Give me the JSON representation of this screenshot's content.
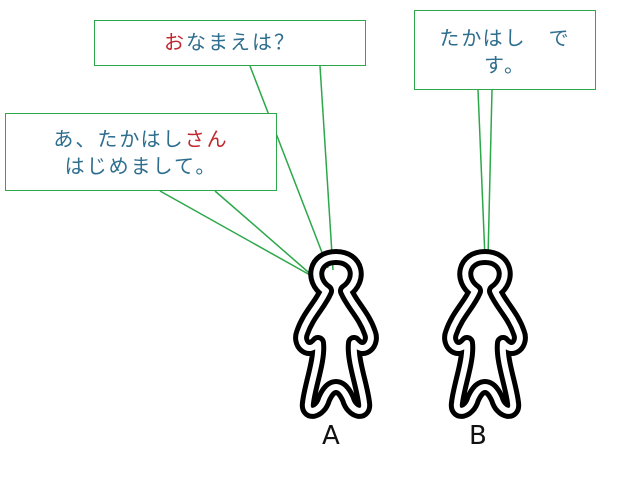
{
  "bubble_a1": {
    "highlight": "お",
    "rest": "なまえは？"
  },
  "bubble_a2": {
    "line1_plain": "あ、たかはし",
    "line1_highlight": "さん",
    "line2": "はじめまして。"
  },
  "bubble_b": {
    "line1": "たかはし　で",
    "line2": "す。"
  },
  "figures": {
    "a_label": "A",
    "b_label": "B"
  },
  "colors": {
    "bubble_border": "#2ca84a",
    "text": "#2e6e8e",
    "highlight": "#c0282e",
    "figure": "#000000"
  }
}
